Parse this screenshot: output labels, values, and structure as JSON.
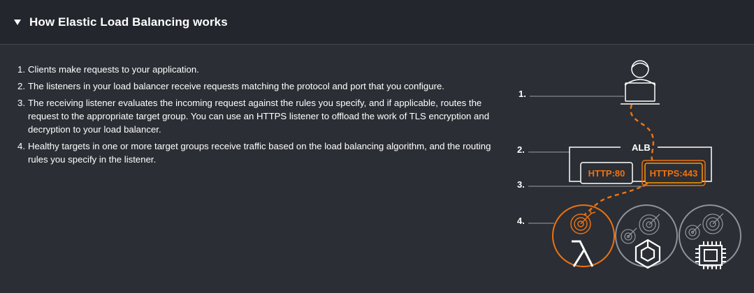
{
  "header": {
    "title": "How Elastic Load Balancing works",
    "caret_icon": "caret-down-icon"
  },
  "steps": [
    {
      "number": "1.",
      "text": "Clients make requests to your application."
    },
    {
      "number": "2.",
      "text": "The listeners in your load balancer receive requests matching the protocol and port that you configure."
    },
    {
      "number": "3.",
      "text": "The receiving listener evaluates the incoming request against the rules you specify, and if applicable, routes the request to the appropriate target group. You can use an HTTPS listener to offload the work of TLS encryption and decryption to your load balancer."
    },
    {
      "number": "4.",
      "text": "Healthy targets in one or more target groups receive traffic based on the load balancing algorithm, and the routing rules you specify in the listener."
    }
  ],
  "diagram": {
    "step_labels": [
      "1.",
      "2.",
      "3.",
      "4."
    ],
    "load_balancer_label": "ALB",
    "listeners": [
      "HTTP:80",
      "HTTPS:443"
    ],
    "icons": [
      "user-laptop-icon",
      "lambda-target-icon",
      "container-target-icon",
      "instance-target-icon"
    ],
    "colors": {
      "accent": "#ec7211",
      "highlight": "#ff9900",
      "line": "#ffffff",
      "muted": "#8d9399",
      "background": "#2b2e34",
      "header_background": "#23262c"
    }
  }
}
